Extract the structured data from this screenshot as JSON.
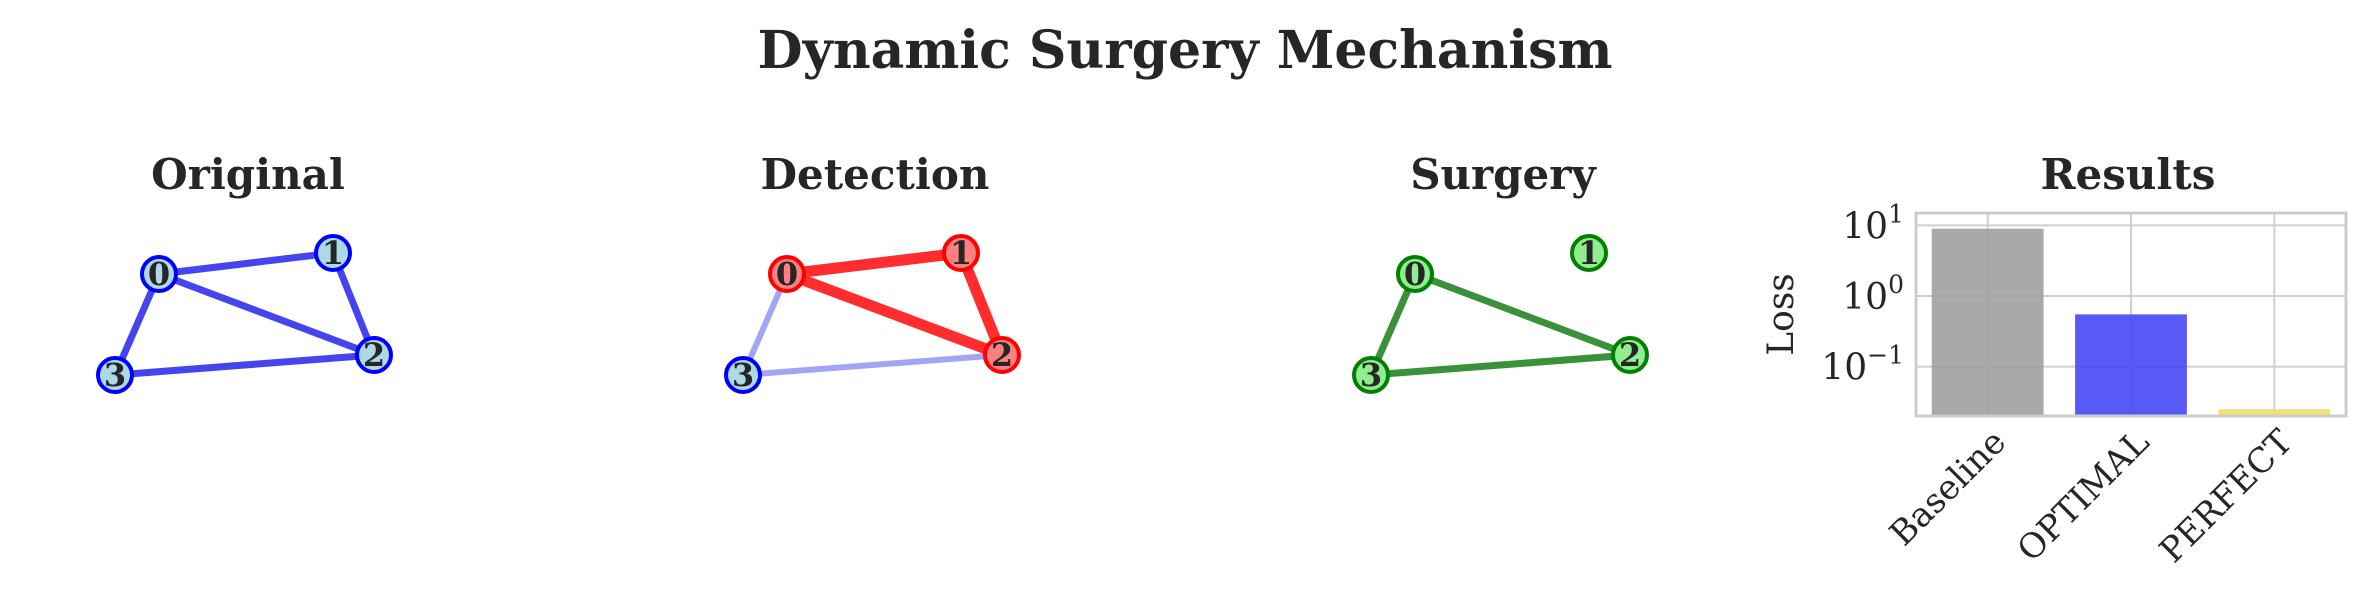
{
  "figure": {
    "title": "Dynamic Surgery Mechanism",
    "panels": [
      {
        "title": "Original"
      },
      {
        "title": "Detection"
      },
      {
        "title": "Surgery"
      },
      {
        "title": "Results"
      }
    ]
  },
  "graph": {
    "node_labels": [
      "0",
      "1",
      "2",
      "3"
    ],
    "colors": {
      "original_edge": "#3b3bef",
      "original_node_fill": "#add8e6",
      "original_node_stroke": "#0000ff",
      "detect_edge": "#ff2222",
      "detect_weak_edge": "#9a9af5",
      "detect_node_fill": "#ff8080",
      "detect_node_stroke": "#ff0000",
      "detect_safe_fill": "#add8e6",
      "detect_safe_stroke": "#0000ff",
      "surgery_edge": "#2e8b2e",
      "surgery_node_fill": "#90ee90",
      "surgery_node_stroke": "#008000"
    },
    "original_edges": [
      [
        "0",
        "1"
      ],
      [
        "1",
        "2"
      ],
      [
        "0",
        "2"
      ],
      [
        "0",
        "3"
      ],
      [
        "3",
        "2"
      ]
    ],
    "detection_strong_edges": [
      [
        "0",
        "1"
      ],
      [
        "1",
        "2"
      ],
      [
        "0",
        "2"
      ]
    ],
    "detection_weak_edges": [
      [
        "0",
        "3"
      ],
      [
        "3",
        "2"
      ]
    ],
    "surgery_edges": [
      [
        "0",
        "3"
      ],
      [
        "0",
        "2"
      ],
      [
        "3",
        "2"
      ]
    ]
  },
  "chart_data": {
    "type": "bar",
    "title": "Results",
    "ylabel": "Loss",
    "yscale": "log",
    "ylim": [
      0.02,
      15
    ],
    "yticks": [
      {
        "base": "10",
        "exp": "1"
      },
      {
        "base": "10",
        "exp": "0"
      },
      {
        "base": "10",
        "exp": "−1"
      }
    ],
    "categories": [
      "Baseline",
      "OPTIMAL",
      "PERFECT"
    ],
    "values": [
      9.0,
      0.55,
      0.025
    ],
    "colors": [
      "#a0a0a0",
      "#4747f5",
      "#f0e060"
    ],
    "grid": true
  }
}
